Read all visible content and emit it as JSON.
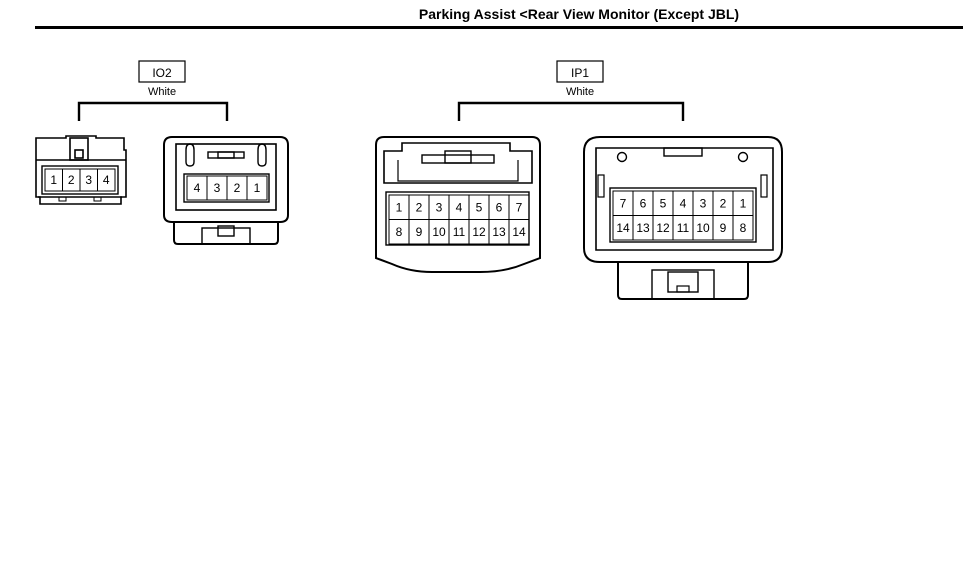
{
  "title": "Parking Assist <Rear View Monitor (Except JBL)",
  "connectors": [
    {
      "id": "IO2",
      "color": "White",
      "male_pins": [
        "1",
        "2",
        "3",
        "4"
      ],
      "female_pins": [
        "4",
        "3",
        "2",
        "1"
      ]
    },
    {
      "id": "IP1",
      "color": "White",
      "male_rows": [
        [
          "1",
          "2",
          "3",
          "4",
          "5",
          "6",
          "7"
        ],
        [
          "8",
          "9",
          "10",
          "11",
          "12",
          "13",
          "14"
        ]
      ],
      "female_rows": [
        [
          "7",
          "6",
          "5",
          "4",
          "3",
          "2",
          "1"
        ],
        [
          "14",
          "13",
          "12",
          "11",
          "10",
          "9",
          "8"
        ]
      ]
    }
  ]
}
